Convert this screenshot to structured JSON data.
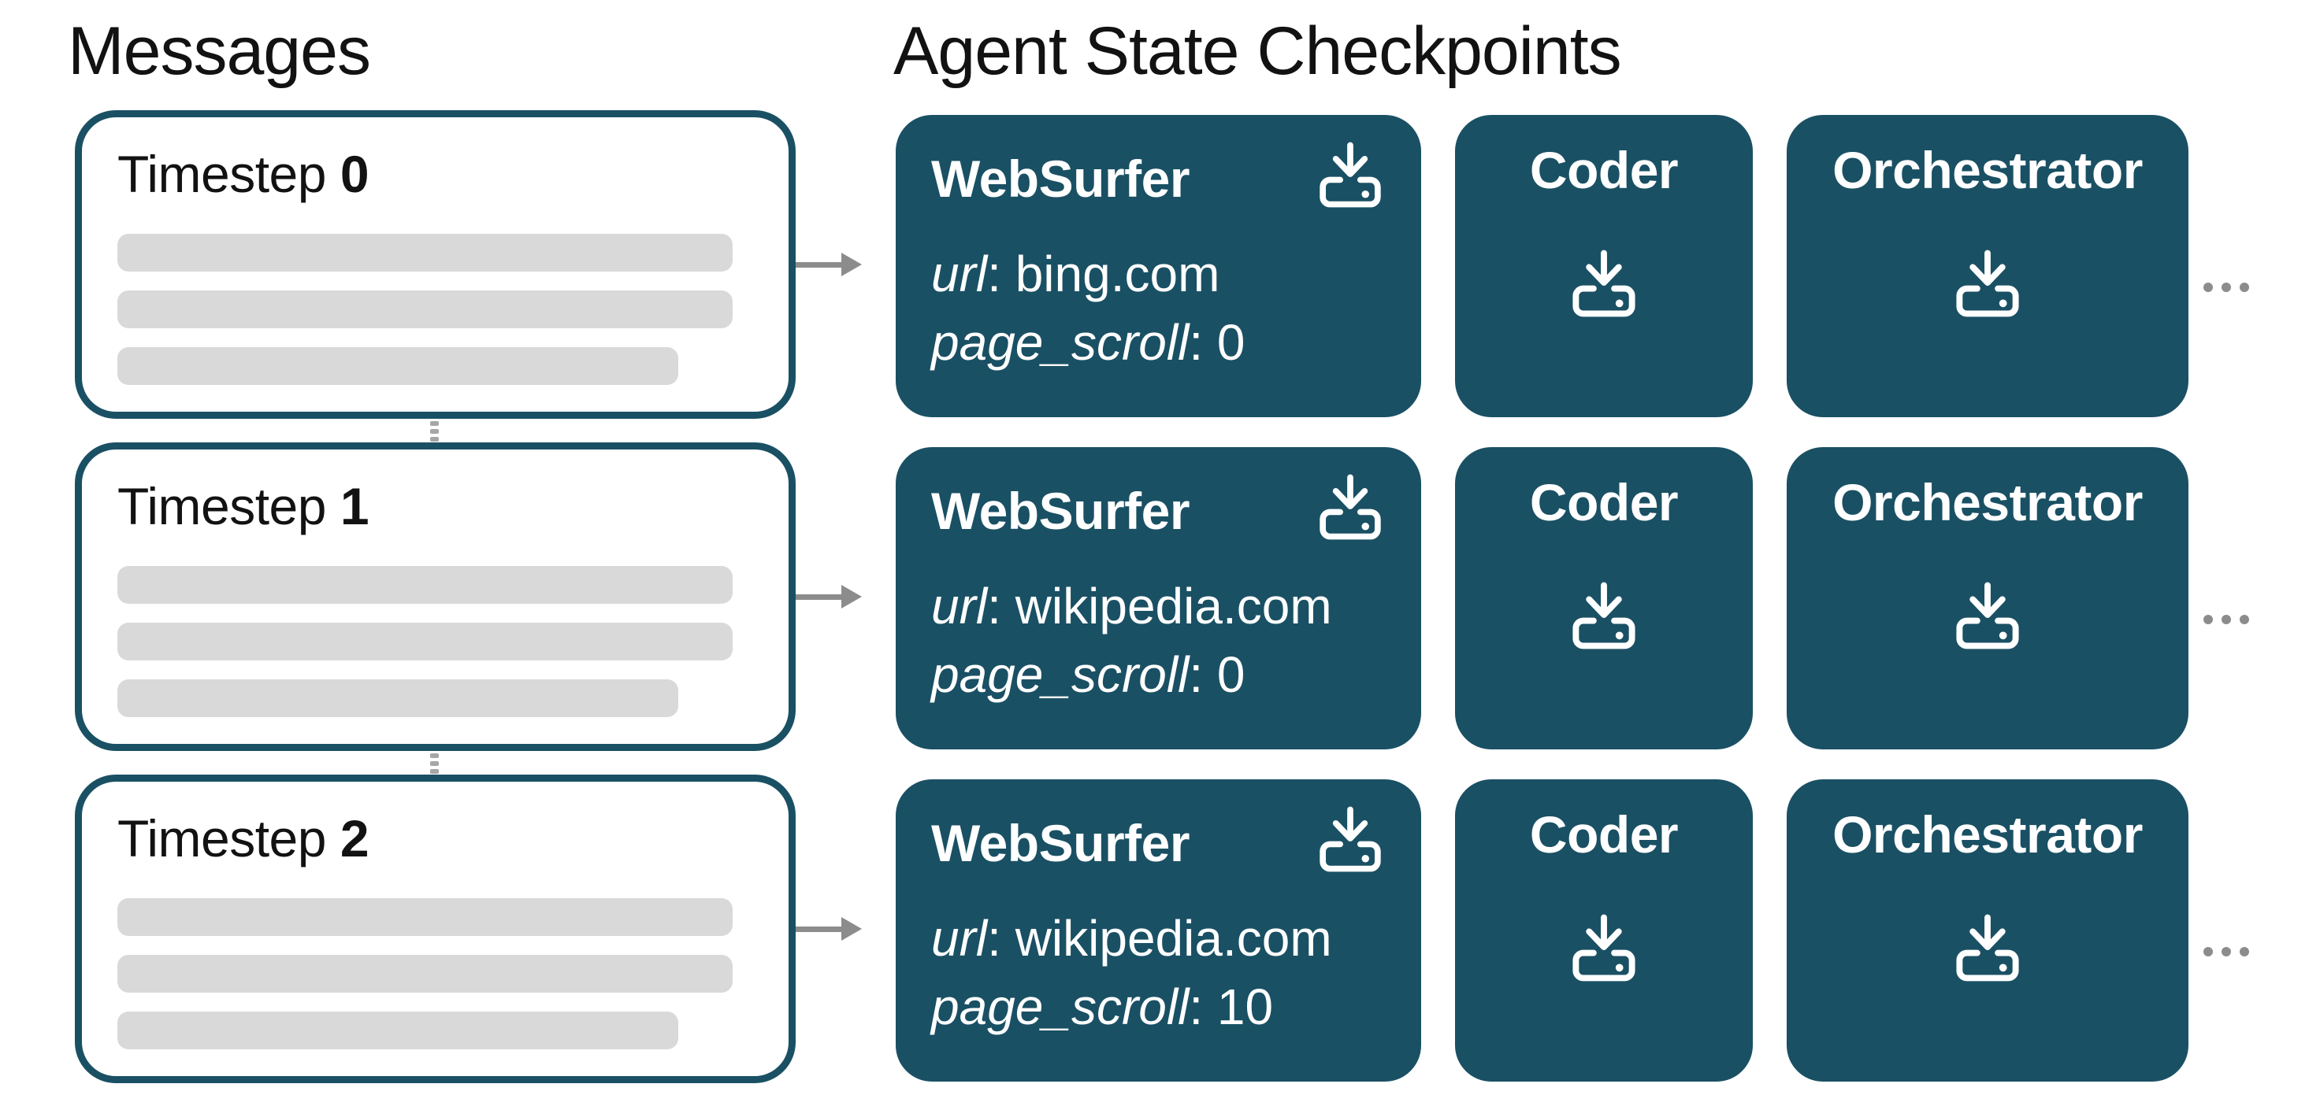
{
  "title_left": "Messages",
  "title_right": "Agent State Checkpoints",
  "colors": {
    "card_teal": "#1A5064",
    "box_border_teal": "#1A5064",
    "skeleton_gray": "#d9d9d9",
    "arrow_gray": "#8c8c8c",
    "connector_gray": "#a6a6a6",
    "text_black": "#121212",
    "card_text_white": "#ffffff"
  },
  "icons": {
    "download": "download-icon",
    "arrow": "arrow-right-icon",
    "ellipsis": "ellipsis-icon",
    "connector": "dotted-connector-icon"
  },
  "rows": [
    {
      "timestep": {
        "label": "Timestep ",
        "number": "0"
      },
      "websurfer": {
        "title": "WebSurfer",
        "kv": [
          {
            "k": "url",
            "v": ": bing.com"
          },
          {
            "k": "page_scroll",
            "v": ": 0"
          }
        ]
      },
      "coder": {
        "title": "Coder"
      },
      "orchestrator": {
        "title": "Orchestrator"
      }
    },
    {
      "timestep": {
        "label": "Timestep ",
        "number": "1"
      },
      "websurfer": {
        "title": "WebSurfer",
        "kv": [
          {
            "k": "url",
            "v": ": wikipedia.com"
          },
          {
            "k": "page_scroll",
            "v": ": 0"
          }
        ]
      },
      "coder": {
        "title": "Coder"
      },
      "orchestrator": {
        "title": "Orchestrator"
      }
    },
    {
      "timestep": {
        "label": "Timestep ",
        "number": "2"
      },
      "websurfer": {
        "title": "WebSurfer",
        "kv": [
          {
            "k": "url",
            "v": ": wikipedia.com"
          },
          {
            "k": "page_scroll",
            "v": ": 10"
          }
        ]
      },
      "coder": {
        "title": "Coder"
      },
      "orchestrator": {
        "title": "Orchestrator"
      }
    }
  ]
}
